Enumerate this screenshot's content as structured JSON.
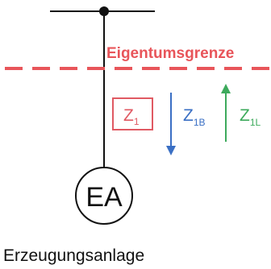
{
  "diagram": {
    "ownership_boundary_label": "Eigentumsgrenze",
    "impedance_box": {
      "symbol": "Z",
      "subscript": "1"
    },
    "impedance_downward": {
      "symbol": "Z",
      "subscript": "1B",
      "direction": "down"
    },
    "impedance_upward": {
      "symbol": "Z",
      "subscript": "1L",
      "direction": "up"
    },
    "generator_symbol": "EA",
    "generator_caption": "Erzeugungsanlage"
  },
  "colors": {
    "boundary": "#e8555a",
    "box": "#e05a63",
    "downward": "#3a6fc4",
    "upward": "#3daa5c",
    "line": "#111111"
  }
}
